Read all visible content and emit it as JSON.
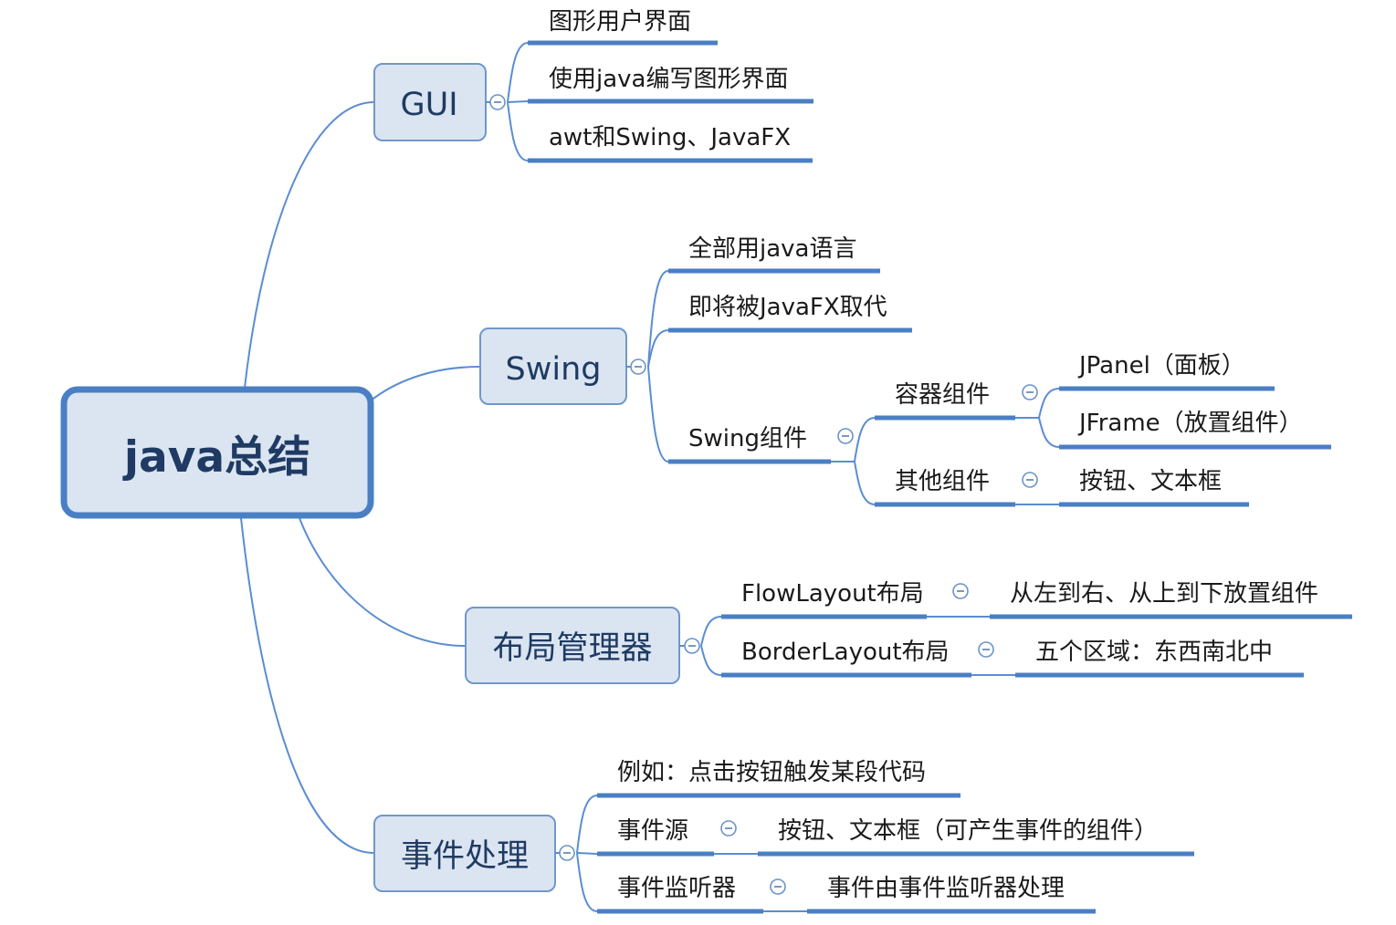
{
  "central": "java总结",
  "branches": {
    "gui": {
      "label": "GUI",
      "items": [
        "图形用户界面",
        "使用java编写图形界面",
        "awt和Swing、JavaFX"
      ]
    },
    "swing": {
      "label": "Swing",
      "items": [
        "全部用java语言",
        "即将被JavaFX取代",
        "Swing组件"
      ],
      "components": {
        "container": {
          "label": "容器组件",
          "items": [
            "JPanel（面板）",
            "JFrame（放置组件）"
          ]
        },
        "other": {
          "label": "其他组件",
          "items": [
            "按钮、文本框"
          ]
        }
      }
    },
    "layout": {
      "label": "布局管理器",
      "items": [
        {
          "label": "FlowLayout布局",
          "detail": "从左到右、从上到下放置组件"
        },
        {
          "label": "BorderLayout布局",
          "detail": "五个区域：东西南北中"
        }
      ]
    },
    "event": {
      "label": "事件处理",
      "example": "例如：点击按钮触发某段代码",
      "items": [
        {
          "label": "事件源",
          "detail": "按钮、文本框（可产生事件的组件）"
        },
        {
          "label": "事件监听器",
          "detail": "事件由事件监听器处理"
        }
      ]
    }
  }
}
